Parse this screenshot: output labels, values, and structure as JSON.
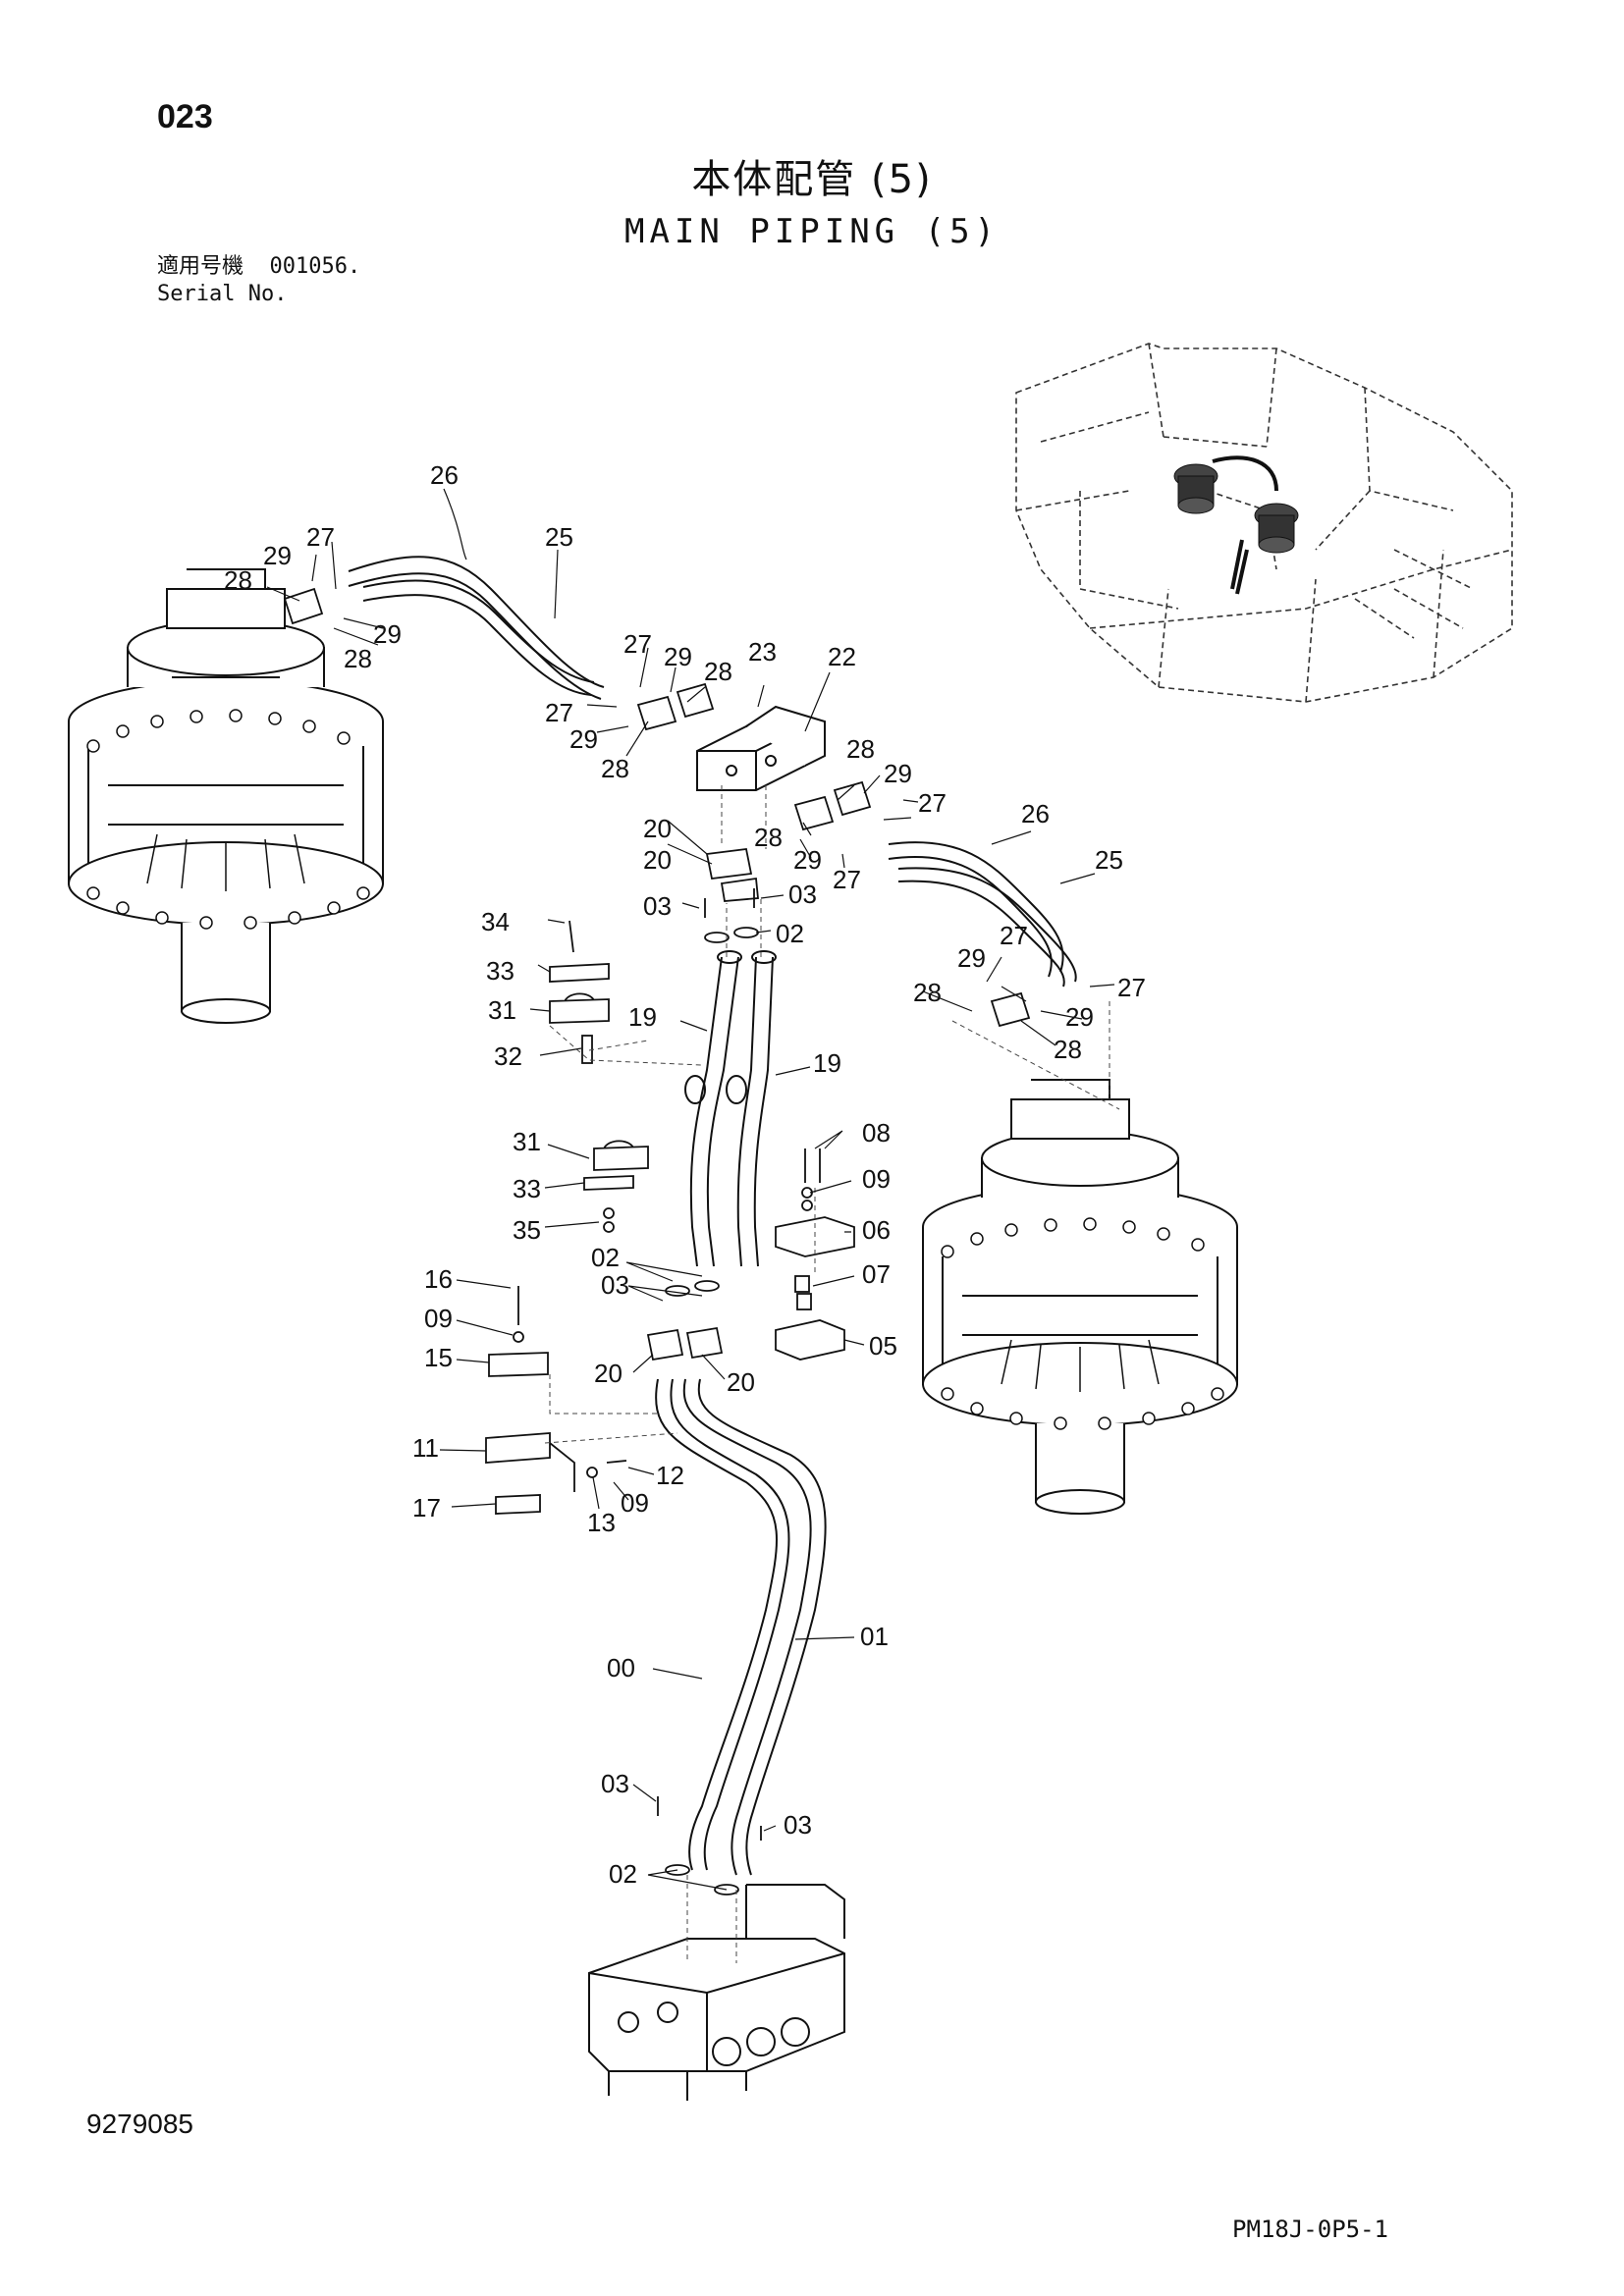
{
  "header": {
    "page_number": "023",
    "title_jp": "本体配管 (5)",
    "title_en": "MAIN PIPING (5)",
    "serial_label_jp": "適用号機",
    "serial_value": "001056.",
    "serial_label_en": "Serial No."
  },
  "footer": {
    "doc_number": "9279085",
    "sheet_ref": "PM18J-0P5-1"
  },
  "callouts": {
    "c26a": "26",
    "c25a": "25",
    "c29a": "29",
    "c27a": "27",
    "c28a": "28",
    "c29b": "29",
    "c28b": "28",
    "c27b": "27",
    "c29c": "29",
    "c28c": "28",
    "c23": "23",
    "c22": "22",
    "c27c": "27",
    "c29d": "29",
    "c28d": "28",
    "c28e": "28",
    "c29e": "29",
    "c27d": "27",
    "c28f": "28",
    "c29f": "29",
    "c27e": "27",
    "c26b": "26",
    "c25b": "25",
    "c20a": "20",
    "c20b": "20",
    "c03a": "03",
    "c03b": "03",
    "c02a": "02",
    "c34": "34",
    "c33a": "33",
    "c31a": "31",
    "c32": "32",
    "c19a": "19",
    "c19b": "19",
    "c27f": "27",
    "c29g": "29",
    "c28g": "28",
    "c29h": "29",
    "c27g": "27",
    "c28h": "28",
    "c31b": "31",
    "c33b": "33",
    "c35": "35",
    "c08": "08",
    "c09a": "09",
    "c06": "06",
    "c02b": "02",
    "c03c": "03",
    "c07": "07",
    "c16": "16",
    "c09b": "09",
    "c15": "15",
    "c20c": "20",
    "c20d": "20",
    "c05": "05",
    "c11": "11",
    "c12": "12",
    "c09c": "09",
    "c13": "13",
    "c17": "17",
    "c01": "01",
    "c00": "00",
    "c03d": "03",
    "c03e": "03",
    "c02c": "02"
  }
}
